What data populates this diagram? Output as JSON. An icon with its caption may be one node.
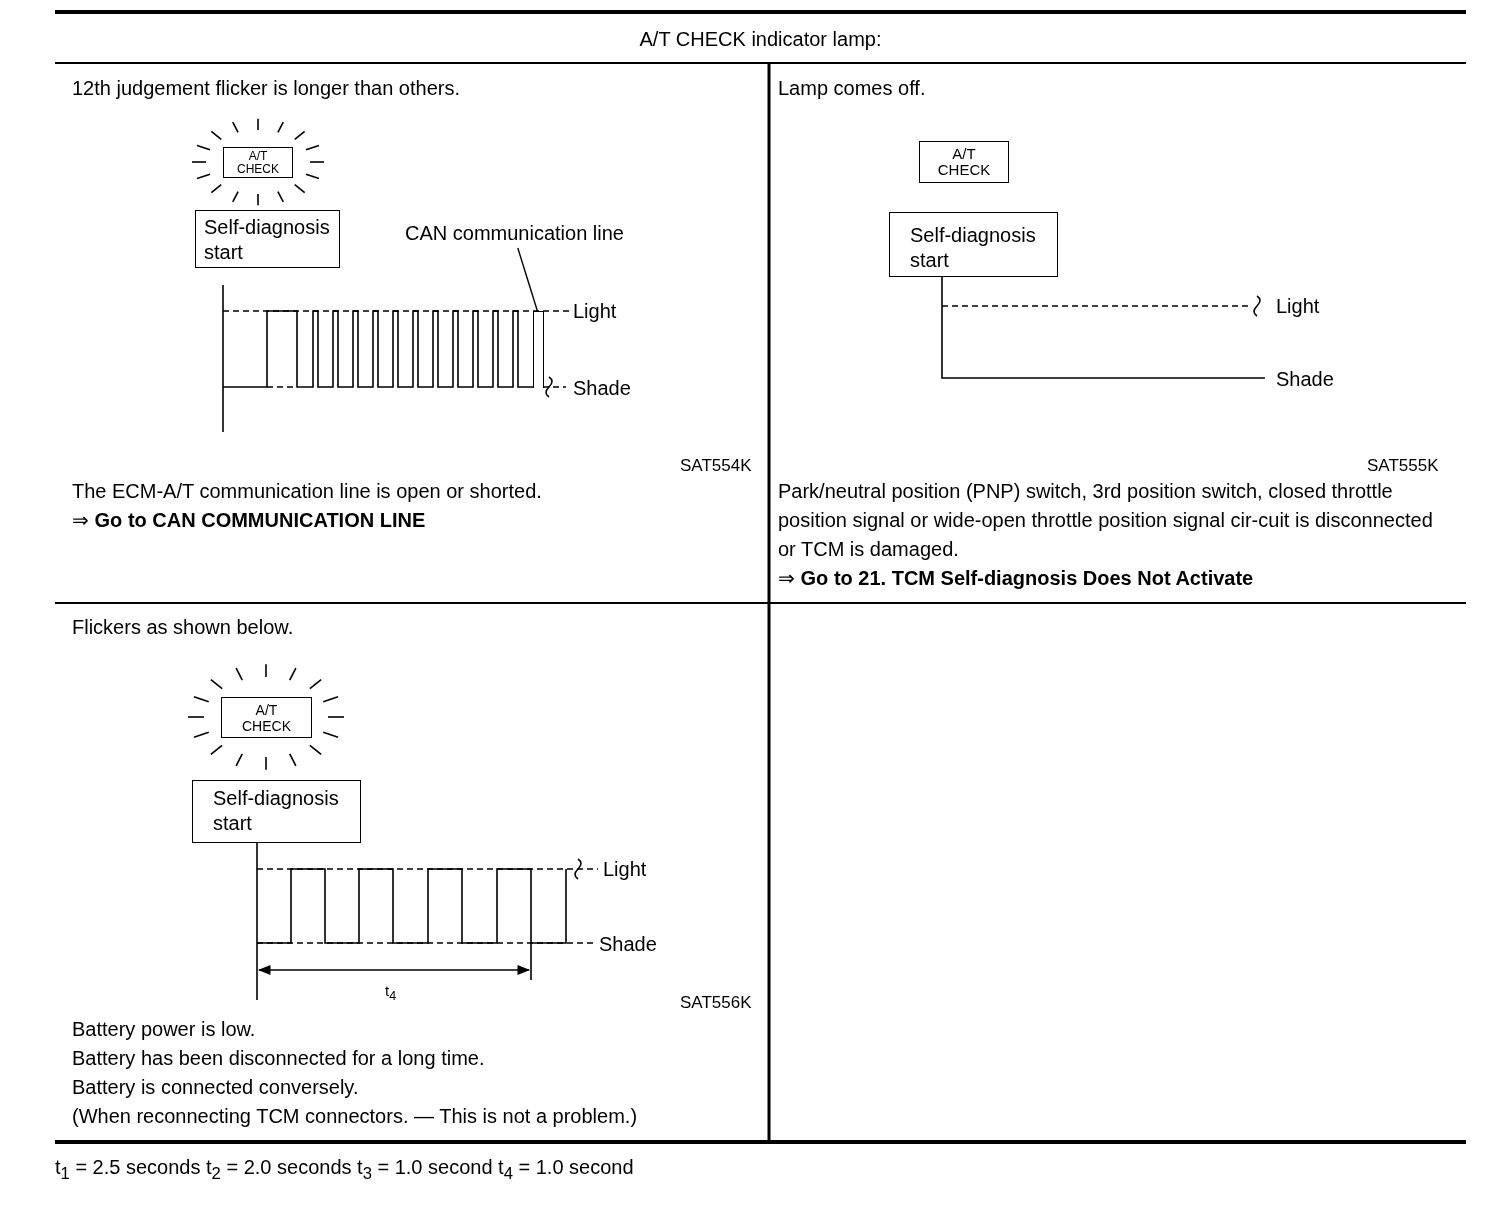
{
  "diagram": {
    "caption": "t$_{1}$ = 2.5 seconds t$_{2}$ = 2.0 seconds t$_{3}$ = 1.0 second t$_{4}$ = 1.0 second",
    "nodes": [
      {
        "text": [
          "A/T CHECK"
        ]
      },
      {
        "text": [
          "Self-diagnosis start"
        ]
      },
      {
        "text": [
          "CAN communication line"
        ]
      },
      {
        "text": [
          "A/T CHECK"
        ]
      },
      {
        "text": [
          "Self-diagnosis start"
        ]
      },
      {
        "text": [
          "A/T CHECK"
        ]
      },
      {
        "text": [
          "Self-diagnosis start"
        ]
      },
      {
        "text": [],
        "shape": "bar"
      }
    ],
    "edges": [
      {
        "from": 2,
        "to": 7,
        "arrow": "none"
      }
    ],
    "labels": [
      "A/T CHECK indicator lamp:",
      "12th judgement flicker is longer than others.",
      "Light",
      "Shade",
      "SAT554K",
      "The ECM-A/T communication line is open or shorted.",
      "⇒ **Go to CAN COMMUNICATION LINE**",
      "Lamp comes off.",
      "Light",
      "Shade",
      "SAT555K",
      "Park/neutral position (PNP) switch, 3rd position switch, closed throttle position signal or wide-open throttle position signal cir-cuit is disconnected or TCM is damaged.",
      "⇒ **Go to 21. TCM Self-diagnosis Does Not Activate**",
      "Flickers as shown below.",
      "Light",
      "Shade",
      "t$_{4}$",
      "SAT556K",
      "Battery power is low.",
      "Battery has been disconnected for a long time.",
      "Battery is connected conversely.",
      "(When reconnecting TCM connectors. — This is not a problem.)"
    ]
  }
}
